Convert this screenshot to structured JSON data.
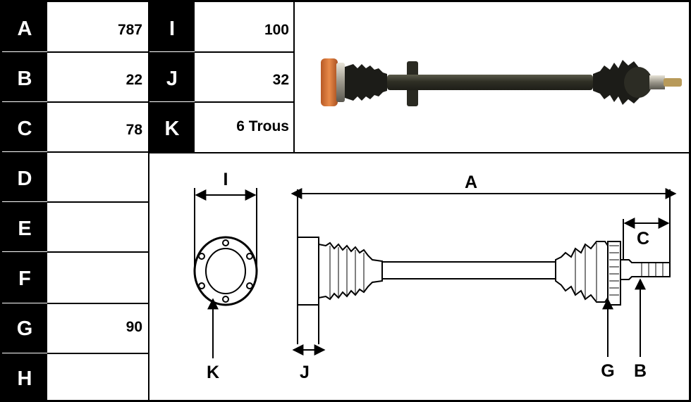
{
  "spec_table": {
    "rows": [
      {
        "letter": "A",
        "value": "787"
      },
      {
        "letter": "B",
        "value": "22"
      },
      {
        "letter": "C",
        "value": "78"
      },
      {
        "letter": "D",
        "value": ""
      },
      {
        "letter": "E",
        "value": ""
      },
      {
        "letter": "F",
        "value": ""
      },
      {
        "letter": "G",
        "value": "90"
      },
      {
        "letter": "H",
        "value": ""
      }
    ],
    "extra_rows": [
      {
        "letter": "I",
        "value": "100"
      },
      {
        "letter": "J",
        "value": "32"
      },
      {
        "letter": "K",
        "value": "6 Trous"
      }
    ]
  },
  "diagram": {
    "labels": {
      "A": "A",
      "B": "B",
      "C": "C",
      "G": "G",
      "I": "I",
      "J": "J",
      "K": "K"
    }
  },
  "colors": {
    "ink": "#000000",
    "paper": "#ffffff",
    "shaft": "#3a3a30",
    "flange": "#d4743a"
  }
}
